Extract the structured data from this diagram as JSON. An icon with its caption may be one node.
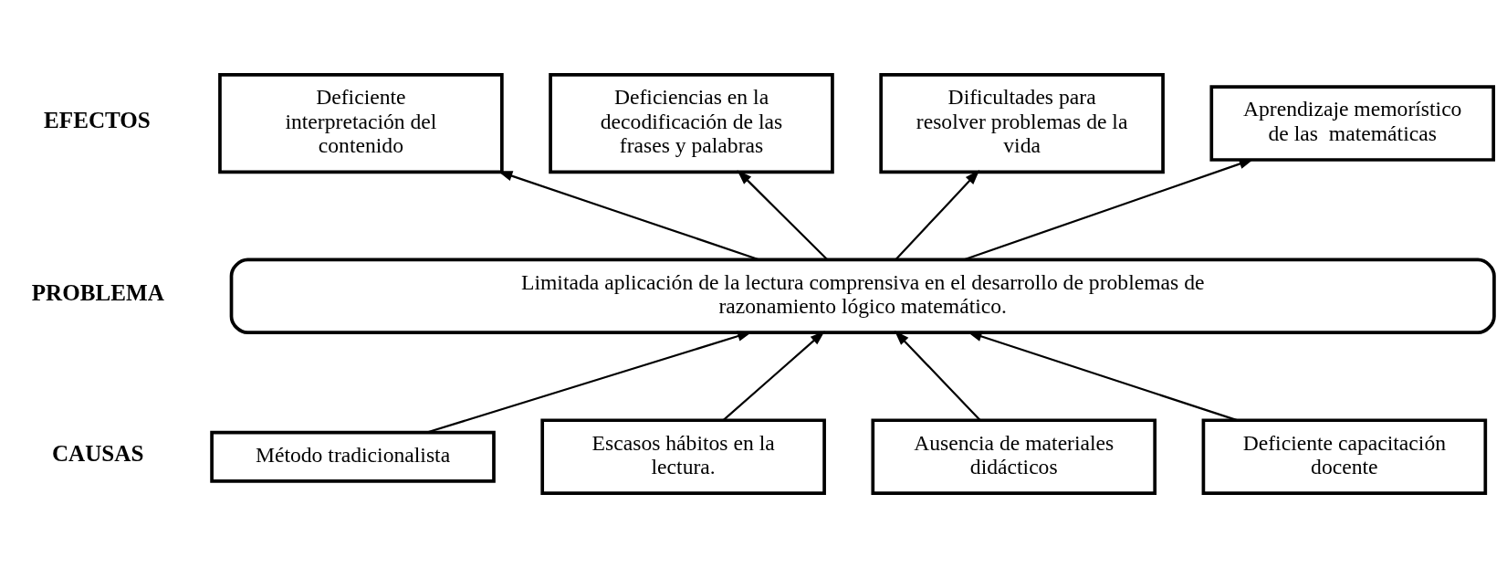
{
  "diagram": {
    "nodes": [
      {
        "text": [
          "Deficiente interpretación del contenido"
        ]
      },
      {
        "text": [
          "Deficiencias en la decodificación de las frases y palabras"
        ]
      },
      {
        "text": [
          "Dificultades para resolver problemas de la vida"
        ]
      },
      {
        "text": [
          "Aprendizaje memorístico de las  matemáticas"
        ]
      },
      {
        "text": [
          "Limitada aplicación de la lectura comprensiva en el desarrollo de problemas de razonamiento lógico matemático."
        ]
      },
      {
        "text": [
          "Método tradicionalista"
        ]
      },
      {
        "text": [
          "Escasos hábitos en la lectura."
        ]
      },
      {
        "text": [
          "Ausencia de materiales didácticos"
        ]
      },
      {
        "text": [
          "Deficiente capacitación docente"
        ]
      }
    ],
    "edges": [
      {
        "from": 4,
        "to": 0,
        "arrow": "to"
      },
      {
        "from": 4,
        "to": 1,
        "arrow": "to"
      },
      {
        "from": 4,
        "to": 2,
        "arrow": "to"
      },
      {
        "from": 4,
        "to": 3,
        "arrow": "to"
      },
      {
        "from": 5,
        "to": 4,
        "arrow": "to"
      },
      {
        "from": 6,
        "to": 4,
        "arrow": "to"
      },
      {
        "from": 7,
        "to": 4,
        "arrow": "to"
      },
      {
        "from": 8,
        "to": 4,
        "arrow": "to"
      }
    ],
    "labels": [
      "EFECTOS",
      "PROBLEMA",
      "CAUSAS"
    ]
  }
}
